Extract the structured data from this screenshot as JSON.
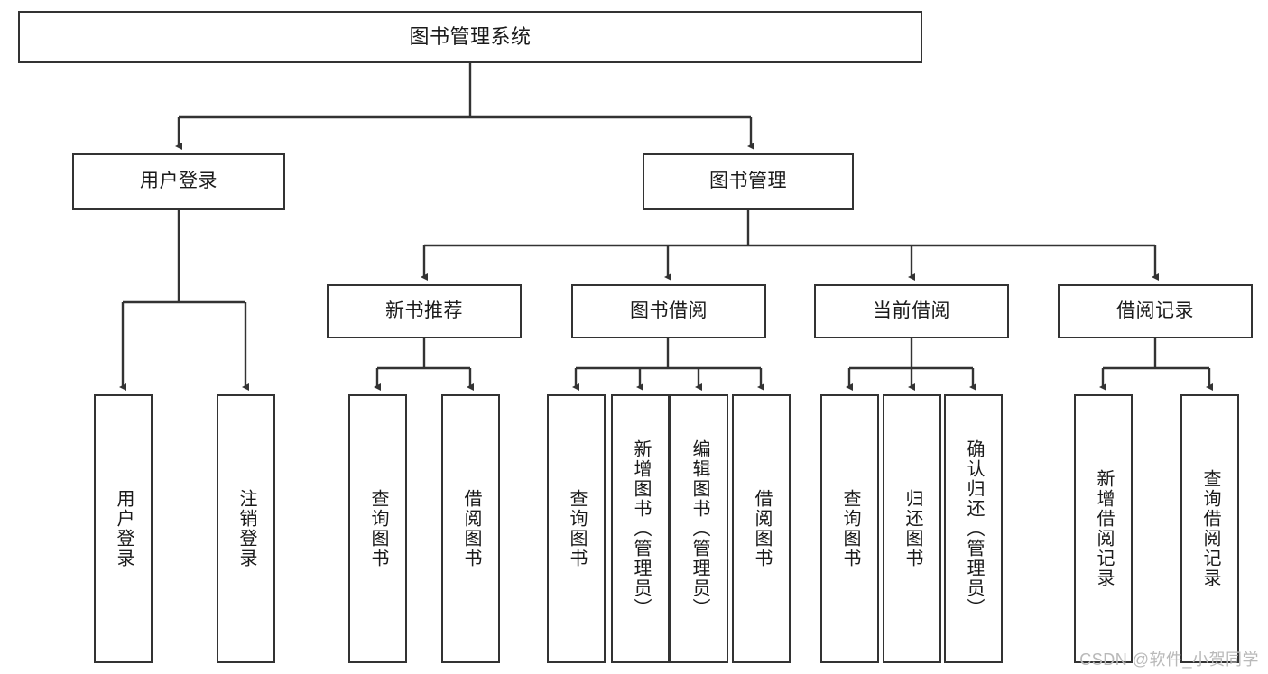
{
  "diagram": {
    "title": "图书管理系统",
    "watermark": "CSDN @软件_小贺同学",
    "root": {
      "label": "图书管理系统"
    },
    "level2": [
      {
        "label": "用户登录"
      },
      {
        "label": "图书管理"
      }
    ],
    "level3": [
      {
        "label": "新书推荐"
      },
      {
        "label": "图书借阅"
      },
      {
        "label": "当前借阅"
      },
      {
        "label": "借阅记录"
      }
    ],
    "leaves": {
      "user_login": [
        {
          "label": "用户登录"
        },
        {
          "label": "注销登录"
        }
      ],
      "new_book": [
        {
          "label": "查询图书"
        },
        {
          "label": "借阅图书"
        }
      ],
      "book_borrow": [
        {
          "label": "查询图书"
        },
        {
          "label": "新增图书（管理员）"
        },
        {
          "label": "编辑图书（管理员）"
        },
        {
          "label": "借阅图书"
        }
      ],
      "current_borrow": [
        {
          "label": "查询图书"
        },
        {
          "label": "归还图书"
        },
        {
          "label": "确认归还（管理员）"
        }
      ],
      "borrow_record": [
        {
          "label": "新增借阅记录"
        },
        {
          "label": "查询借阅记录"
        }
      ]
    },
    "colors": {
      "stroke": "#333333",
      "fill": "#ffffff",
      "text": "#1a1a1a",
      "watermark": "#b9b9b9"
    }
  }
}
